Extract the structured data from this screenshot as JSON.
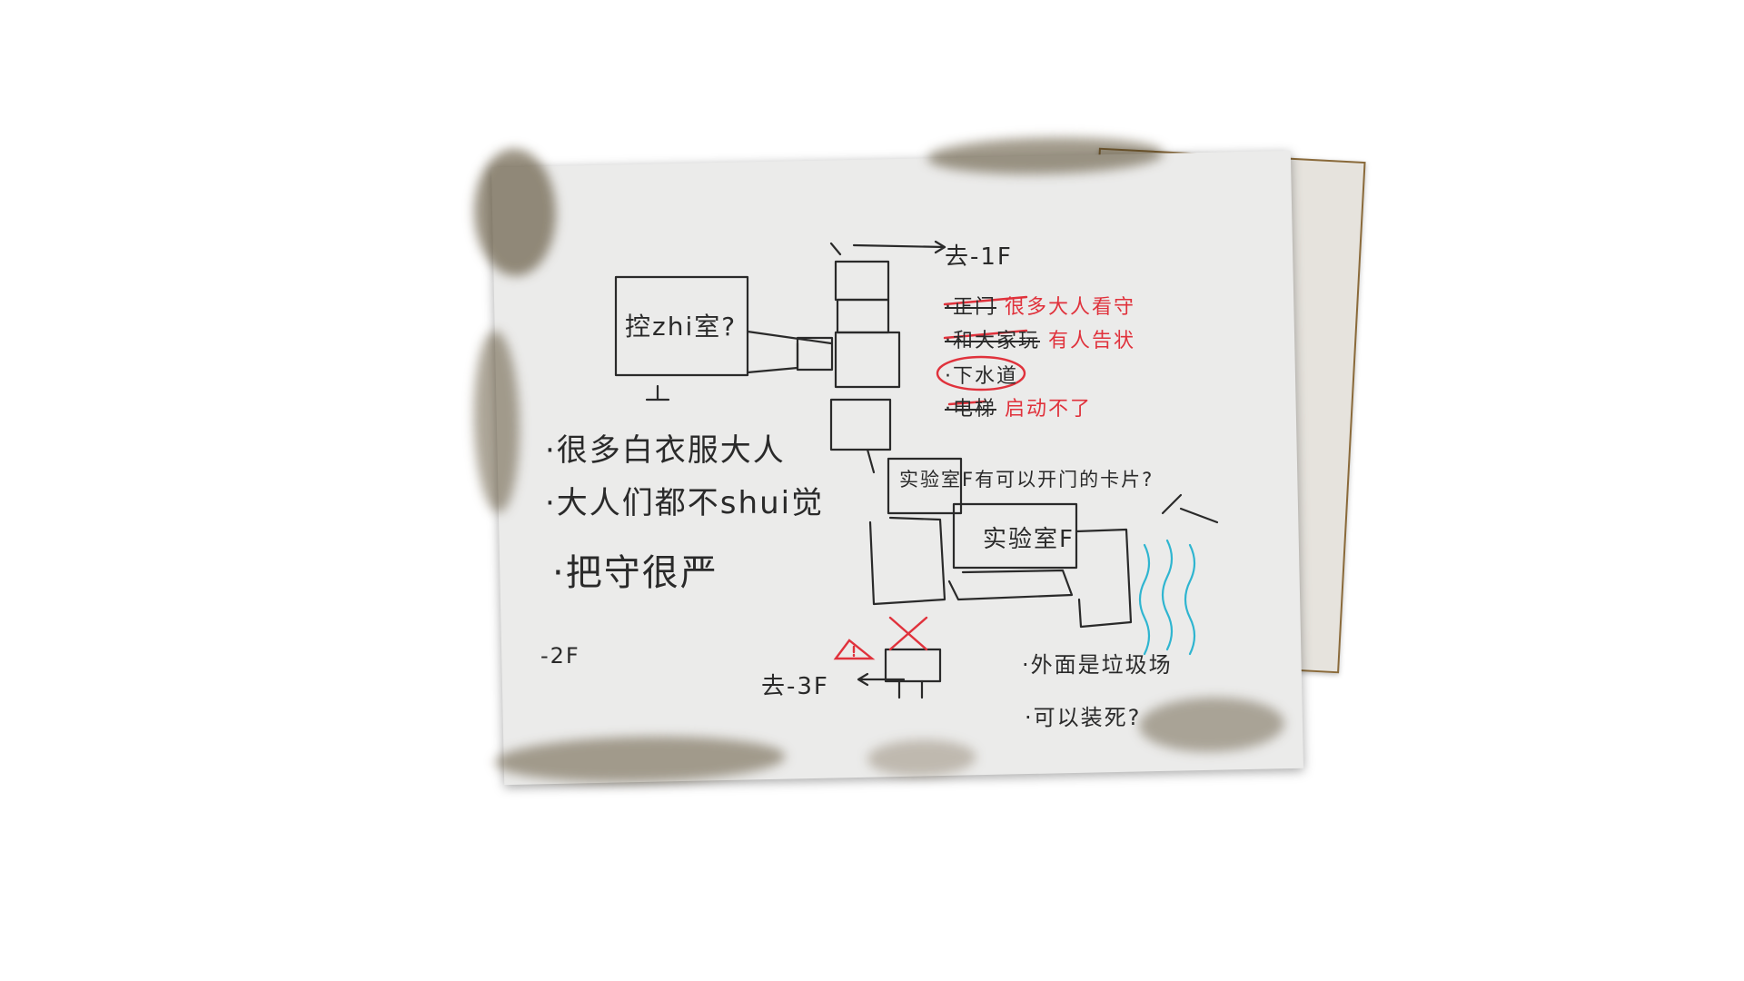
{
  "note": {
    "go_up": "去-1F",
    "go_down": "去-3F",
    "floor": "-2F",
    "control_room": "控zhi室?",
    "notes_left": [
      "·很多白衣服大人",
      "·大人们都不shui觉",
      "·把守很严"
    ],
    "exits": [
      {
        "label": "·正门",
        "comment": "很多大人看守"
      },
      {
        "label": "·和大家玩",
        "comment": "有人告状"
      },
      {
        "label": "·下水道",
        "comment": ""
      },
      {
        "label": "·电梯",
        "comment": "启动不了"
      }
    ],
    "lab_question": "实验室F有可以开门的卡片?",
    "lab_label": "实验室F",
    "outside_notes": [
      "·外面是垃圾场",
      "·可以装死?"
    ]
  },
  "colors": {
    "pencil": "#2a2a2a",
    "red_pen": "#e0323c",
    "blue_pen": "#2fb5d0",
    "paper": "#ebebea",
    "scorch": "#5a4526"
  },
  "icons": [
    "warning-icon",
    "cross-out-icon",
    "water-wave-icon"
  ]
}
